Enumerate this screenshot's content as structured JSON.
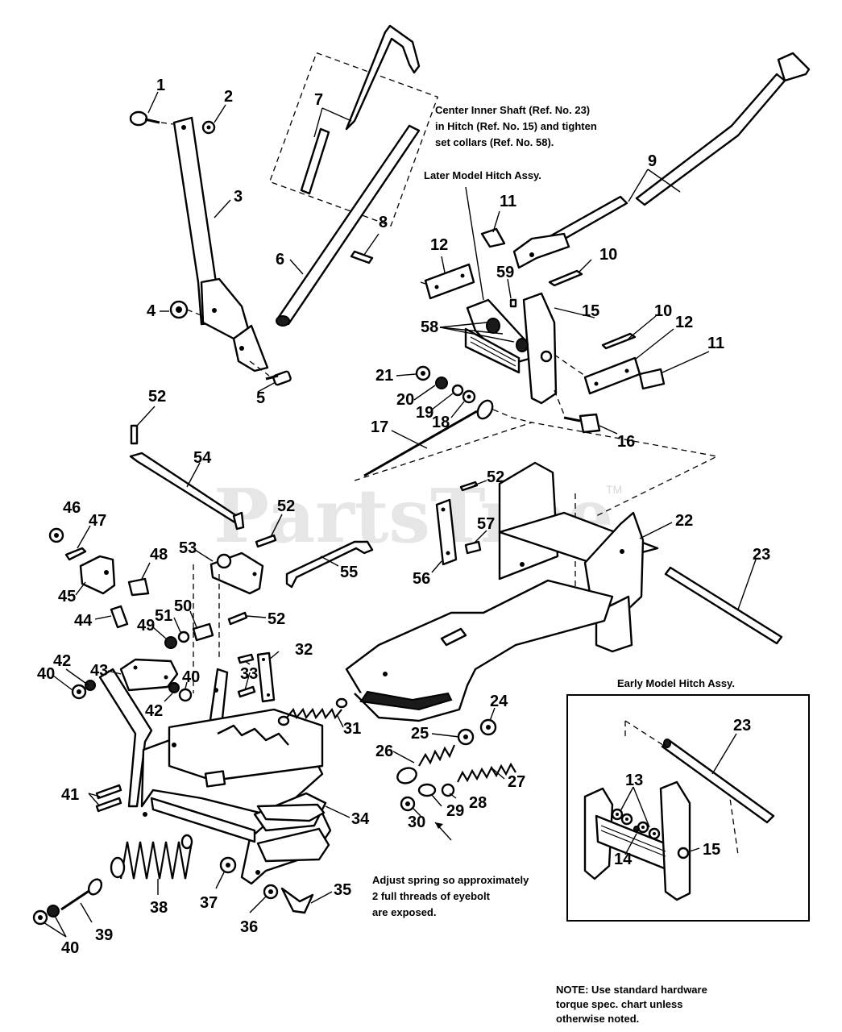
{
  "watermark": {
    "text": "PartsTree",
    "trademark": "TM"
  },
  "notes": {
    "center_shaft": [
      "Center Inner Shaft (Ref. No. 23)",
      "in Hitch (Ref. No. 15) and tighten",
      "set collars (Ref. No. 58)."
    ],
    "later_model": "Later Model Hitch Assy.",
    "early_model": "Early Model Hitch Assy.",
    "adjust_spring": [
      "Adjust spring so approximately",
      "2 full threads of eyebolt",
      "are exposed."
    ],
    "torque": [
      "NOTE: Use standard hardware",
      "torque spec. chart unless",
      "otherwise noted."
    ]
  },
  "callouts": [
    {
      "id": "c1",
      "label": "1"
    },
    {
      "id": "c2",
      "label": "2"
    },
    {
      "id": "c3",
      "label": "3"
    },
    {
      "id": "c4",
      "label": "4"
    },
    {
      "id": "c5",
      "label": "5"
    },
    {
      "id": "c6",
      "label": "6"
    },
    {
      "id": "c7",
      "label": "7"
    },
    {
      "id": "c8",
      "label": "8"
    },
    {
      "id": "c9",
      "label": "9"
    },
    {
      "id": "c10a",
      "label": "10"
    },
    {
      "id": "c10b",
      "label": "10"
    },
    {
      "id": "c11a",
      "label": "11"
    },
    {
      "id": "c11b",
      "label": "11"
    },
    {
      "id": "c12a",
      "label": "12"
    },
    {
      "id": "c12b",
      "label": "12"
    },
    {
      "id": "c13",
      "label": "13"
    },
    {
      "id": "c14",
      "label": "14"
    },
    {
      "id": "c15a",
      "label": "15"
    },
    {
      "id": "c15b",
      "label": "15"
    },
    {
      "id": "c16",
      "label": "16"
    },
    {
      "id": "c17",
      "label": "17"
    },
    {
      "id": "c18",
      "label": "18"
    },
    {
      "id": "c19",
      "label": "19"
    },
    {
      "id": "c20",
      "label": "20"
    },
    {
      "id": "c21",
      "label": "21"
    },
    {
      "id": "c22",
      "label": "22"
    },
    {
      "id": "c23a",
      "label": "23"
    },
    {
      "id": "c23b",
      "label": "23"
    },
    {
      "id": "c24",
      "label": "24"
    },
    {
      "id": "c25",
      "label": "25"
    },
    {
      "id": "c26",
      "label": "26"
    },
    {
      "id": "c27",
      "label": "27"
    },
    {
      "id": "c28",
      "label": "28"
    },
    {
      "id": "c29",
      "label": "29"
    },
    {
      "id": "c30",
      "label": "30"
    },
    {
      "id": "c31",
      "label": "31"
    },
    {
      "id": "c32",
      "label": "32"
    },
    {
      "id": "c33",
      "label": "33"
    },
    {
      "id": "c34",
      "label": "34"
    },
    {
      "id": "c35",
      "label": "35"
    },
    {
      "id": "c36",
      "label": "36"
    },
    {
      "id": "c37",
      "label": "37"
    },
    {
      "id": "c38",
      "label": "38"
    },
    {
      "id": "c39",
      "label": "39"
    },
    {
      "id": "c40a",
      "label": "40"
    },
    {
      "id": "c40b",
      "label": "40"
    },
    {
      "id": "c40c",
      "label": "40"
    },
    {
      "id": "c41",
      "label": "41"
    },
    {
      "id": "c42a",
      "label": "42"
    },
    {
      "id": "c42b",
      "label": "42"
    },
    {
      "id": "c43",
      "label": "43"
    },
    {
      "id": "c44",
      "label": "44"
    },
    {
      "id": "c45",
      "label": "45"
    },
    {
      "id": "c46",
      "label": "46"
    },
    {
      "id": "c47",
      "label": "47"
    },
    {
      "id": "c48",
      "label": "48"
    },
    {
      "id": "c49",
      "label": "49"
    },
    {
      "id": "c50",
      "label": "50"
    },
    {
      "id": "c51",
      "label": "51"
    },
    {
      "id": "c52a",
      "label": "52"
    },
    {
      "id": "c52b",
      "label": "52"
    },
    {
      "id": "c52c",
      "label": "52"
    },
    {
      "id": "c52d",
      "label": "52"
    },
    {
      "id": "c53",
      "label": "53"
    },
    {
      "id": "c54",
      "label": "54"
    },
    {
      "id": "c55",
      "label": "55"
    },
    {
      "id": "c56",
      "label": "56"
    },
    {
      "id": "c57",
      "label": "57"
    },
    {
      "id": "c58",
      "label": "58"
    },
    {
      "id": "c59",
      "label": "59"
    }
  ]
}
